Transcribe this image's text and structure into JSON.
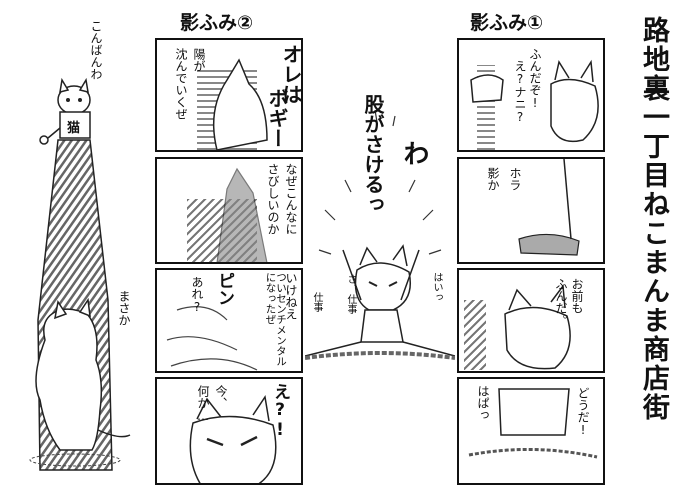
{
  "series_title": "路地裏一丁目ねこまんま商店街",
  "strip_right": {
    "title": "影ふみ①",
    "p1": {
      "line1": "ふんだぞ!",
      "line2": "え?ナニ?"
    },
    "p2": {
      "a": "ホラ",
      "b": "影か"
    },
    "p3": {
      "a": "お前も",
      "b": "ふんだ。"
    },
    "p4": {
      "a": "はぱっ",
      "b": "どうだ!"
    }
  },
  "strip_left": {
    "title": "影ふみ②",
    "p1": {
      "a": "オレは",
      "b": "ボギー",
      "c": "陽が",
      "d": "沈んでいくぜ"
    },
    "p2": {
      "a": "なぜこんなに",
      "b": "さびしいのか"
    },
    "p3": {
      "a": "いけねえ",
      "b": "ついセンチメンタルになったぜ",
      "c": "ピン",
      "d": "あれ?"
    },
    "p4": {
      "a": "え?!",
      "b": "今、",
      "c": "何か…"
    }
  },
  "center": {
    "wa": "わ",
    "mata": "股がさけるっ",
    "shigoto1": "さ、仕事",
    "shigoto2": "仕事",
    "hai": "はいっ"
  },
  "left_art": {
    "greeting": "こんばんわ",
    "sign": "猫",
    "masaka": "まさか"
  }
}
